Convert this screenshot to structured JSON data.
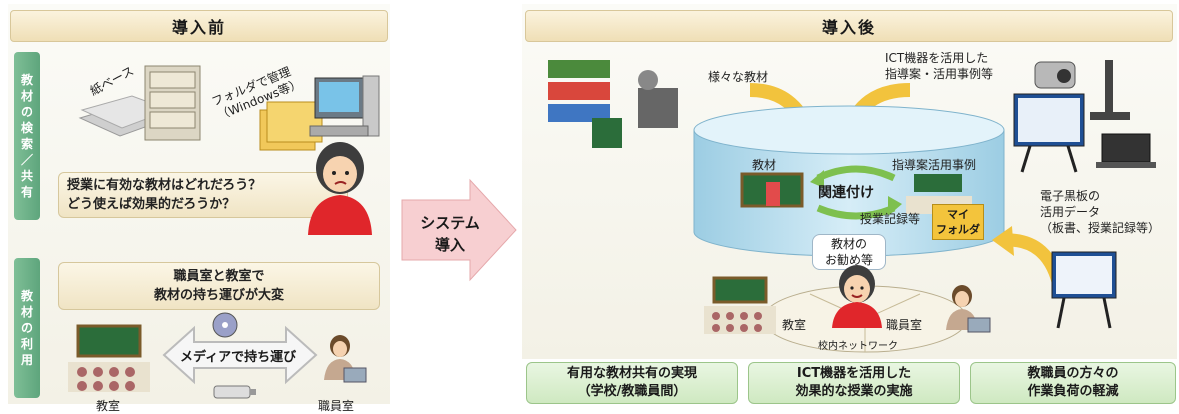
{
  "before": {
    "header": "導入前",
    "search_tab": [
      "教",
      "材",
      "の",
      "検",
      "索",
      "／",
      "共",
      "有"
    ],
    "use_tab": [
      "教",
      "材",
      "の",
      "利",
      "用"
    ],
    "paper_base": "紙ベース",
    "folder_manage": [
      "フォルダで管理",
      "（Windows等）"
    ],
    "question": [
      "授業に有効な教材はどれだろう？",
      "どう使えば効果的だろうか？"
    ],
    "transport_note": [
      "職員室と教室で",
      "教材の持ち運びが大変"
    ],
    "media_carry": "メディアで持ち運び",
    "classroom": "教室",
    "staffroom": "職員室"
  },
  "arrow": [
    "システム",
    "導入"
  ],
  "after": {
    "header": "導入後",
    "various_materials": "様々な教材",
    "ict_cases": [
      "ICT機器を活用した",
      "指導案・活用事例等"
    ],
    "materials": "教材",
    "guidance_cases": "指導案活用事例",
    "association": "関連付け",
    "lesson_records": "授業記録等",
    "my_folder": [
      "マイ",
      "フォルダ"
    ],
    "recommend": [
      "教材の",
      "お勧め等"
    ],
    "eboard_data": [
      "電子黒板の",
      "活用データ",
      "（板書、授業記録等）"
    ],
    "classroom": "教室",
    "staffroom": "職員室",
    "school_network": "校内ネットワーク"
  },
  "outcomes": [
    [
      "有用な教材共有の実現",
      "（学校/教職員間）"
    ],
    [
      "ICT機器を活用した",
      "効果的な授業の実施"
    ],
    [
      "教職員の方々の",
      "作業負荷の軽減"
    ]
  ],
  "colors": {
    "header_bg": "#f0e2bb",
    "green_tab": "#6aae84",
    "cylinder": "#bfe0f0",
    "outcome_bg": "#d6ecca",
    "arrow_pink": "#f7cfd1"
  }
}
